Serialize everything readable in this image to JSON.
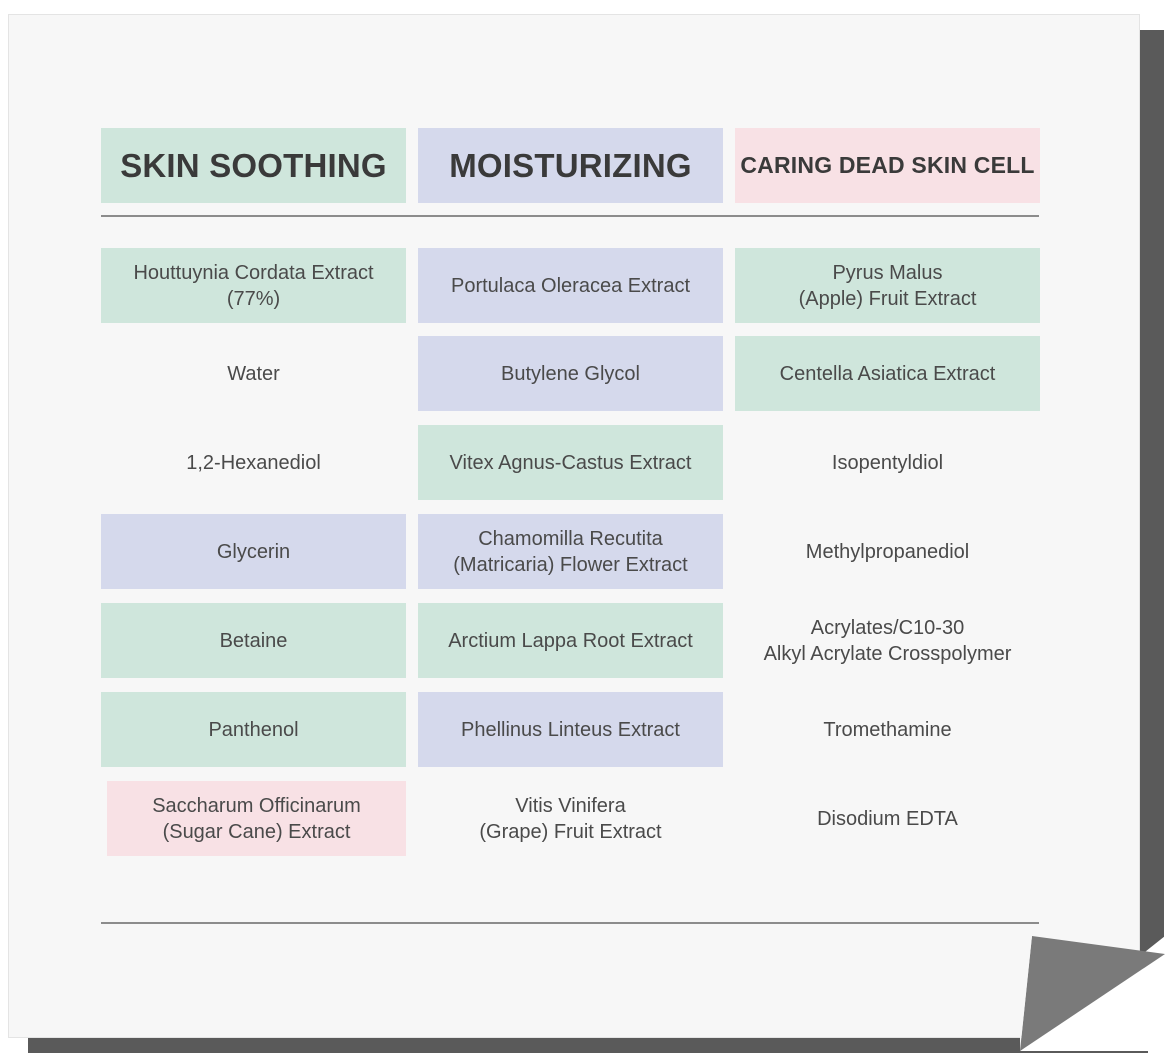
{
  "colors": {
    "green": "#cfe6dc",
    "blue": "#d5d9ec",
    "pink": "#f8e1e5",
    "text": "#4a4a4a",
    "heading": "#3a3a3a"
  },
  "headers": [
    {
      "label": "SKIN SOOTHING",
      "color": "green"
    },
    {
      "label": "MOISTURIZING",
      "color": "blue"
    },
    {
      "label": "CARING DEAD SKIN CELL",
      "color": "pink"
    }
  ],
  "rows": [
    [
      {
        "lines": [
          "Houttuynia Cordata Extract",
          "(77%)"
        ],
        "color": "green"
      },
      {
        "lines": [
          "Portulaca Oleracea Extract"
        ],
        "color": "blue"
      },
      {
        "lines": [
          "Pyrus Malus",
          "(Apple) Fruit Extract"
        ],
        "color": "green"
      }
    ],
    [
      {
        "lines": [
          "Water"
        ],
        "color": "none"
      },
      {
        "lines": [
          "Butylene Glycol"
        ],
        "color": "blue"
      },
      {
        "lines": [
          "Centella Asiatica Extract"
        ],
        "color": "green"
      }
    ],
    [
      {
        "lines": [
          "1,2-Hexanediol"
        ],
        "color": "none"
      },
      {
        "lines": [
          "Vitex Agnus-Castus Extract"
        ],
        "color": "green"
      },
      {
        "lines": [
          "Isopentyldiol"
        ],
        "color": "none"
      }
    ],
    [
      {
        "lines": [
          "Glycerin"
        ],
        "color": "blue"
      },
      {
        "lines": [
          "Chamomilla Recutita",
          "(Matricaria) Flower Extract"
        ],
        "color": "blue"
      },
      {
        "lines": [
          "Methylpropanediol"
        ],
        "color": "none"
      }
    ],
    [
      {
        "lines": [
          "Betaine"
        ],
        "color": "green"
      },
      {
        "lines": [
          "Arctium Lappa Root Extract"
        ],
        "color": "green"
      },
      {
        "lines": [
          "Acrylates/C10-30",
          "Alkyl Acrylate Crosspolymer"
        ],
        "color": "none"
      }
    ],
    [
      {
        "lines": [
          "Panthenol"
        ],
        "color": "green"
      },
      {
        "lines": [
          "Phellinus Linteus Extract"
        ],
        "color": "blue"
      },
      {
        "lines": [
          "Tromethamine"
        ],
        "color": "none"
      }
    ],
    [
      {
        "lines": [
          "Saccharum Officinarum",
          "(Sugar Cane) Extract"
        ],
        "color": "pink"
      },
      {
        "lines": [
          "Vitis Vinifera",
          "(Grape) Fruit Extract"
        ],
        "color": "none"
      },
      {
        "lines": [
          "Disodium EDTA"
        ],
        "color": "none"
      }
    ]
  ]
}
